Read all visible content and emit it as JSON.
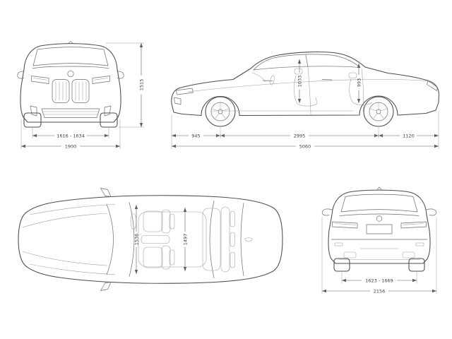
{
  "diagram": {
    "colors": {
      "background": "#ffffff",
      "outline": "#4b4b4b",
      "detail": "#6b6b6b",
      "dimension_text": "#3d3d3d"
    },
    "views": {
      "front": {
        "track_width": "1616 - 1634",
        "overall_width": "1900",
        "overall_height": "1515"
      },
      "side": {
        "front_overhang": "945",
        "wheelbase": "2995",
        "rear_overhang": "1120",
        "overall_length": "5060",
        "interior_height_front": "1033",
        "interior_height_rear": "993"
      },
      "top": {
        "interior_width_front": "1536",
        "interior_width_rear": "1497"
      },
      "rear": {
        "track_width": "1623 - 1669",
        "width_incl_mirrors": "2156"
      }
    }
  }
}
